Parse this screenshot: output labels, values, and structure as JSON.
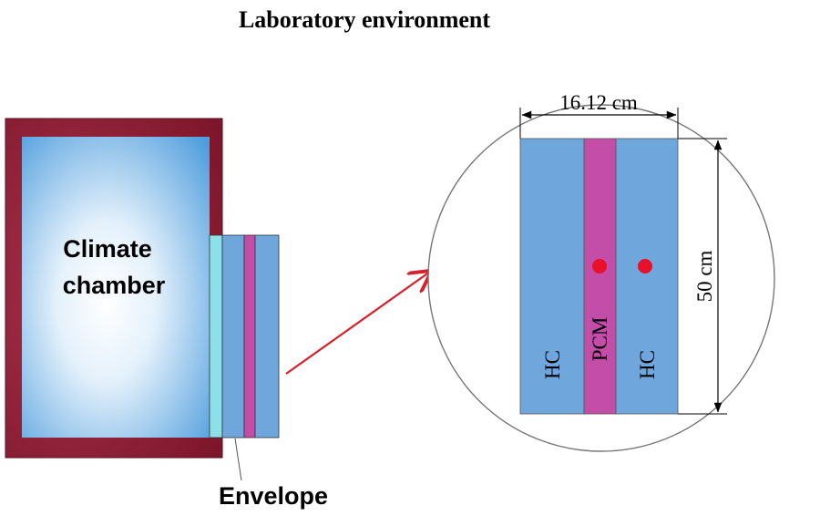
{
  "title": "Laboratory environment",
  "chamber": {
    "label_line1": "Climate",
    "label_line2": "chamber"
  },
  "envelope_label": "Envelope",
  "detail": {
    "width_label": "16.12 cm",
    "height_label": "50 cm",
    "layers": [
      {
        "label": "HC"
      },
      {
        "label": "PCM"
      },
      {
        "label": "HC"
      }
    ]
  },
  "colors": {
    "chamber_frame": "#8b1c35",
    "chamber_inner_center": "#ffffff",
    "chamber_inner_edge": "#5ea6e0",
    "hc_layer": "#6fa6dc",
    "pcm_layer": "#c24ea8",
    "inner_strip": "#8ee0e8",
    "sensor_dot": "#e8102a",
    "arrow": "#d8202a"
  }
}
